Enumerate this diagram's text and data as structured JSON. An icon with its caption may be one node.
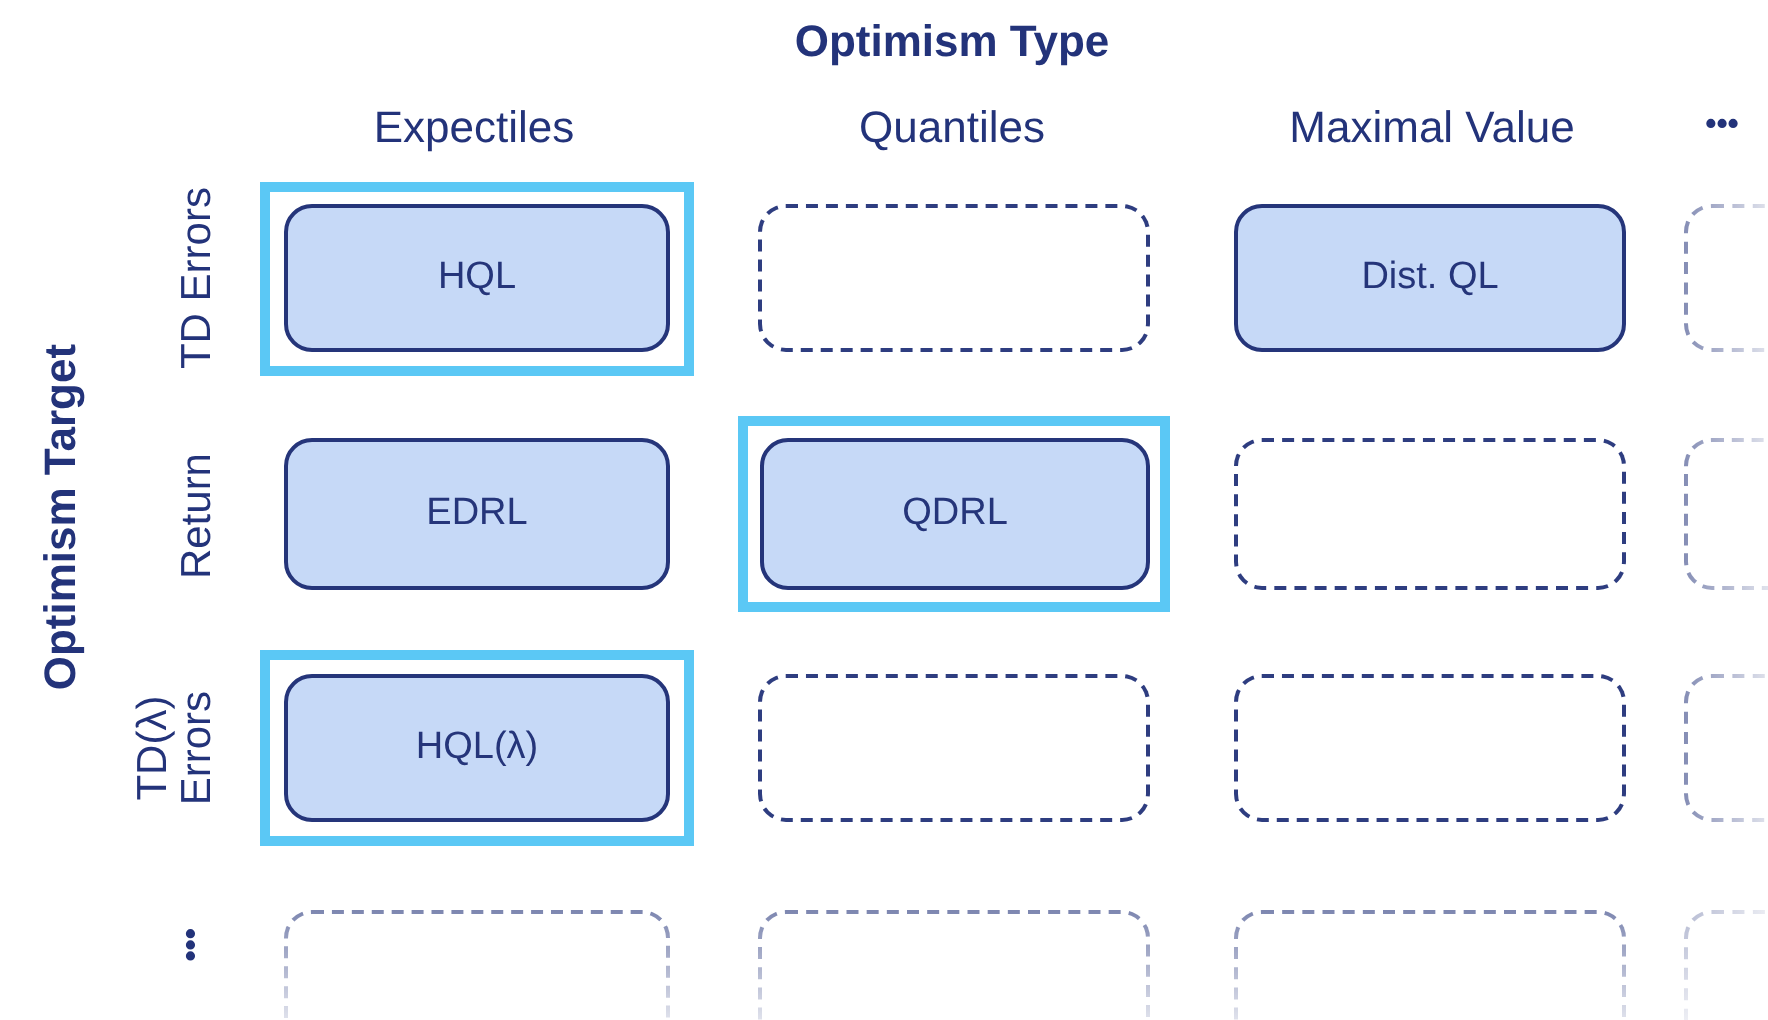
{
  "diagram": {
    "nodes": [
      {
        "text": [],
        "shape": "box"
      },
      {
        "text": [
          "HQL"
        ],
        "in": 0
      },
      {
        "text": [],
        "shape": "box"
      },
      {
        "text": [
          "Dist. QL"
        ]
      },
      {
        "text": [],
        "shape": "box"
      },
      {
        "text": [
          "EDRL"
        ]
      },
      {
        "text": [],
        "shape": "box"
      },
      {
        "text": [
          "QDRL"
        ],
        "in": 6
      },
      {
        "text": [],
        "shape": "box"
      },
      {
        "text": [],
        "shape": "box"
      },
      {
        "text": [],
        "shape": "box"
      },
      {
        "text": [
          "HQL(λ)"
        ],
        "in": 10
      },
      {
        "text": [],
        "shape": "box"
      },
      {
        "text": [],
        "shape": "box"
      },
      {
        "text": [],
        "shape": "box"
      },
      {
        "text": [],
        "shape": "box"
      },
      {
        "text": [],
        "shape": "box"
      },
      {
        "text": [],
        "shape": "box"
      },
      {
        "text": [],
        "shape": "box"
      }
    ],
    "edges": [],
    "labels": [
      "Optimism Type",
      "Expectiles",
      "Quantiles",
      "Maximal Value",
      "•••",
      "Optimism Target",
      "TD Errors",
      "Return",
      "TD(λ) Errors",
      "•••"
    ]
  }
}
